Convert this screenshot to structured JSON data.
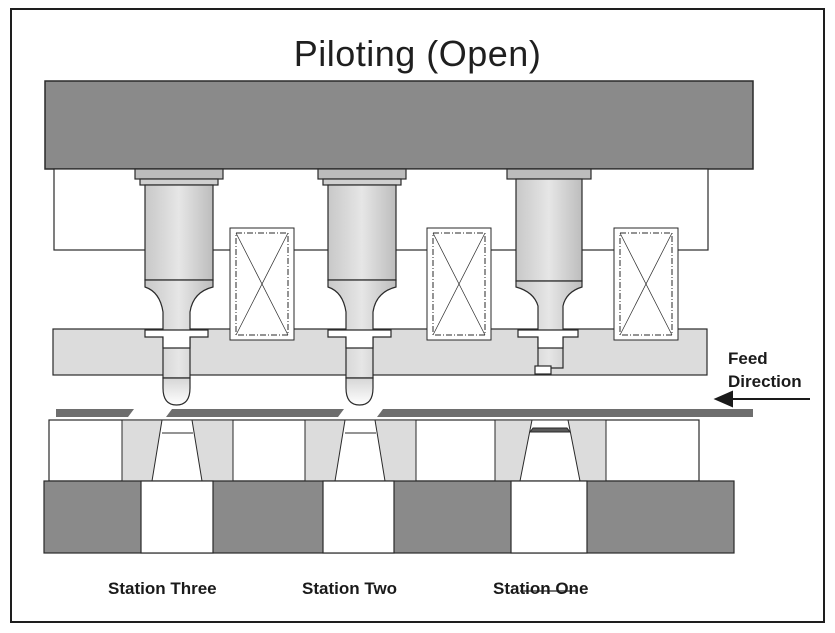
{
  "title": "Piloting (Open)",
  "feed": {
    "line1": "Feed",
    "line2": "Direction"
  },
  "stations": [
    {
      "label": "Station Three"
    },
    {
      "label": "Station Two"
    },
    {
      "label": "Station One"
    }
  ],
  "colors": {
    "dark_block": "#8a8a8a",
    "light_block": "#dcdcdc",
    "outline": "#2a2a2a",
    "strip": "#6e6e6e",
    "white": "#ffffff"
  }
}
